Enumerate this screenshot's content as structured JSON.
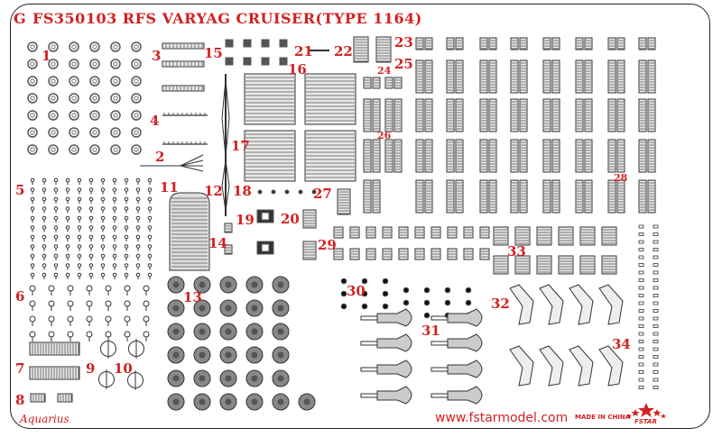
{
  "sheet": {
    "letter": "G",
    "title": "FS350103 RFS VARYAG CRUISER(TYPE 1164)",
    "brand": "Aquarius",
    "website": "www.fstarmodel.com",
    "made_in": "MADE IN CHINA",
    "logo_text": "FSTAR",
    "accent_color": "#d32020",
    "metal_color": "#555555"
  },
  "part_numbers": [
    "1",
    "2",
    "3",
    "4",
    "5",
    "6",
    "7",
    "8",
    "9",
    "10",
    "11",
    "12",
    "13",
    "14",
    "15",
    "16",
    "17",
    "18",
    "19",
    "20",
    "21",
    "22",
    "23",
    "24",
    "25",
    "26",
    "27",
    "28",
    "29",
    "30",
    "31",
    "32",
    "33",
    "34"
  ]
}
